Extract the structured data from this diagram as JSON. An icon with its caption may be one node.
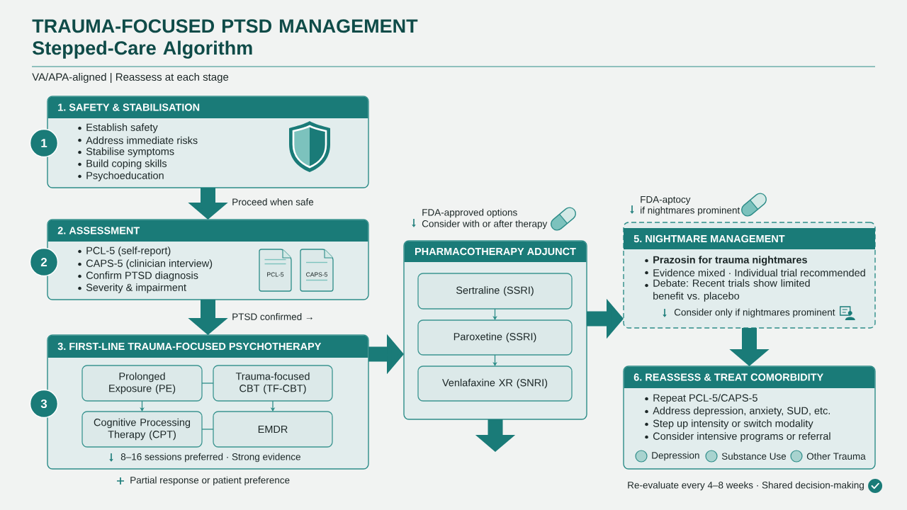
{
  "diagram": {
    "title": "TRAUMA-FOCUSED PTSD MANAGEMENT Stepped-Care Algorithm",
    "nodes": [
      {
        "text": [
          "1. SAFETY & STABILISATION",
          "Establish safety",
          "Address immediate risks",
          "Stabilise symptoms",
          "Build coping skills",
          "Psychoeducation"
        ]
      },
      {
        "text": [
          "1"
        ]
      },
      {
        "text": [
          "2. ASSESSMENT",
          "PCL-5 (self-report)",
          "CAPS-5 (clinician interview)",
          "Confirm PTSD diagnosis",
          "Severity & impairment"
        ]
      },
      {
        "text": [
          "2"
        ]
      },
      {
        "text": [
          "PCL-5"
        ],
        "in": 2
      },
      {
        "text": [
          "CAPS-5"
        ],
        "in": 2
      },
      {
        "text": [
          "3. FIRST-LINE TRAUMA-FOCUSED PSYCHOTHERAPY",
          "8–16 sessions preferred · Strong evidence"
        ],
        "beside": [
          "Partial response or patient preference"
        ]
      },
      {
        "text": [
          "3"
        ]
      },
      {
        "text": [
          "Prolonged Exposure (PE)"
        ],
        "in": 6
      },
      {
        "text": [
          "Trauma-focused CBT (TF-CBT)"
        ],
        "in": 6
      },
      {
        "text": [
          "Cognitive Processing Therapy (CPT)"
        ],
        "in": 6
      },
      {
        "text": [
          "EMDR"
        ],
        "in": 6
      },
      {
        "text": [
          "PHARMACOTHERAPY ADJUNCT"
        ],
        "beside": [
          "FDA-approved options",
          "Consider with or after therapy"
        ]
      },
      {
        "text": [
          "Sertraline (SSRI)"
        ],
        "in": 12
      },
      {
        "text": [
          "Paroxetine (SSRI)"
        ],
        "in": 12
      },
      {
        "text": [
          "Venlafaxine XR (SNRI)"
        ],
        "in": 12
      },
      {
        "text": [
          "5. NIGHTMARE MANAGEMENT",
          "Prazosin for trauma nightmares",
          "Evidence mixed · Individual trial recommended",
          "Debate: Recent trials show limited benefit vs. placebo",
          "Consider only if nightmares prominent"
        ],
        "beside": [
          "FDA-aptocy",
          "if nightmares prominent"
        ]
      },
      {
        "text": [
          "6. REASSESS & TREAT COMORBIDITY",
          "Repeat PCL-5/CAPS-5",
          "Address depression, anxiety, SUD, etc.",
          "Step up intensity or switch modality",
          "Consider intensive programs or referral",
          "Depression",
          "Substance Use",
          "Other Trauma"
        ],
        "beside": [
          "Re-evaluate every 4–8 weeks · Shared decision-making"
        ]
      }
    ],
    "edges": [
      {
        "from": 0,
        "to": 2,
        "arrow": "to",
        "style": "thick",
        "label": "Proceed when safe"
      },
      {
        "from": 2,
        "to": 6,
        "arrow": "to",
        "style": "thick",
        "label": "PTSD confirmed →"
      },
      {
        "from": 8,
        "to": 9,
        "arrow": "none"
      },
      {
        "from": 8,
        "to": 10,
        "arrow": "to"
      },
      {
        "from": 9,
        "to": 11,
        "arrow": "to"
      },
      {
        "from": 10,
        "to": 11,
        "arrow": "none"
      },
      {
        "from": 6,
        "to": 12,
        "arrow": "to",
        "style": "thick"
      },
      {
        "from": 13,
        "to": 14,
        "arrow": "to"
      },
      {
        "from": 14,
        "to": 15,
        "arrow": "to"
      },
      {
        "from": 12,
        "to": 16,
        "arrow": "to",
        "style": "thick"
      },
      {
        "from": 12,
        "to": null,
        "arrow": "to",
        "style": "thick"
      },
      {
        "from": 16,
        "to": 17,
        "arrow": "to",
        "style": "thick"
      }
    ],
    "labels": [
      "VA/APA-aligned | Reassess at each stage"
    ]
  }
}
